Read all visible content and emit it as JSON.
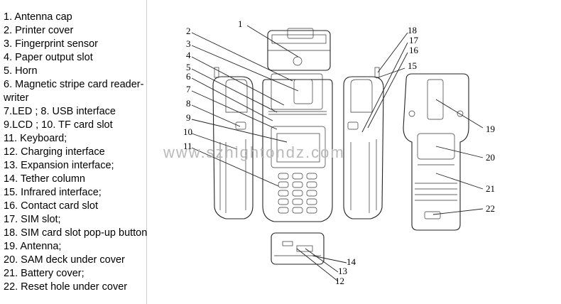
{
  "legend": [
    "1. Antenna cap",
    "2. Printer cover",
    "3. Fingerprint sensor",
    "4. Paper output slot",
    "5. Horn",
    "6. Magnetic stripe card reader-",
    "writer",
    "7.LED ;    8. USB interface",
    "9.LCD ;    10. TF card slot",
    "11. Keyboard;",
    "12. Charging interface",
    "13. Expansion interface;",
    "14. Tether column",
    "15. Infrared interface;",
    "16. Contact card slot",
    "17. SIM slot;",
    "18. SIM card slot pop-up button",
    "19. Antenna;",
    "20. SAM deck under cover",
    "21. Battery cover;",
    "22. Reset hole under cover"
  ],
  "callouts": [
    "1",
    "2",
    "3",
    "4",
    "5",
    "6",
    "7",
    "8",
    "9",
    "10",
    "11",
    "12",
    "13",
    "14",
    "15",
    "16",
    "17",
    "18",
    "19",
    "20",
    "21",
    "22"
  ],
  "watermark": "www.szhightondz.com"
}
